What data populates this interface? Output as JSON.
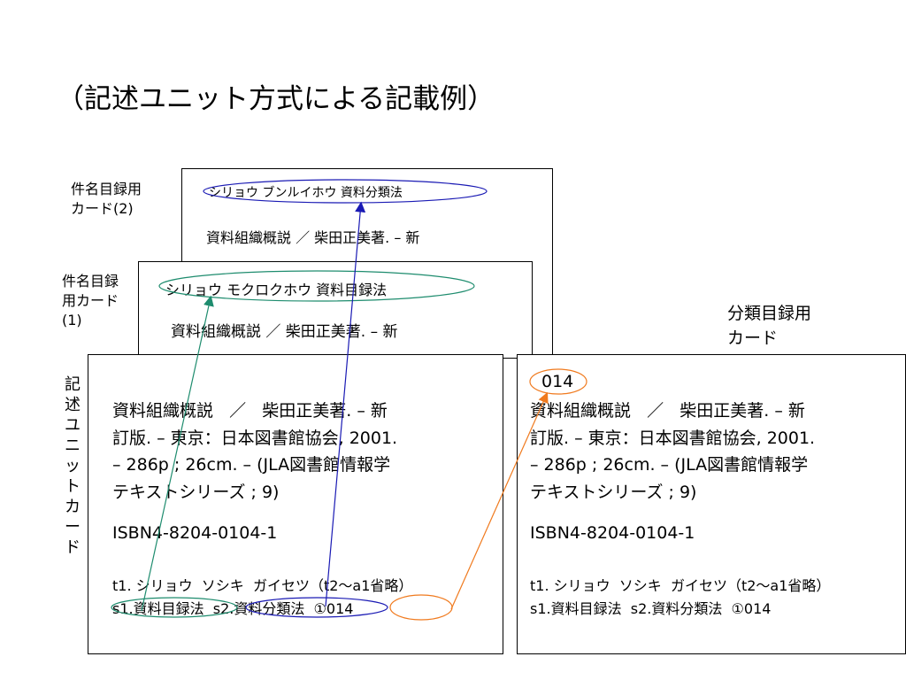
{
  "title": "（記述ユニット方式による記載例）",
  "labels": {
    "subject_card_2": "件名目録用\nカード(2)",
    "subject_card_1": "件名目\n用カード\n(1)",
    "subject_card_1_char": "録",
    "desc_unit_card": "記\n述\nユ\nニ\nッ\nト\nカ\nー\nド",
    "class_card": "分類目録用\nカード"
  },
  "subject_card_2": {
    "heading": "シリョウ  ブンルイホウ  資料分類法",
    "body": "資料組織概説   ／   柴田正美著. – 新"
  },
  "subject_card_1": {
    "heading": "シリョウ  モクロクホウ  資料目録法",
    "body": "資料組織概説   ／   柴田正美著. – 新"
  },
  "desc_card": {
    "body": "資料組織概説   ／   柴田正美著. – 新\n訂版. – 東京：日本図書館協会, 2001.\n– 286p ; 26cm. – (JLA図書館情報学\nテキストシリーズ ; 9)",
    "isbn": "ISBN4-8204-0104-1",
    "tracing_1": "t1. シリョウ  ソシキ  ガイセツ（t2～a1省略）",
    "tracing_2": "s1.資料目録法  s2.資料分類法  ①014"
  },
  "class_card": {
    "class_number": "014",
    "body": "資料組織概説   ／   柴田正美著. – 新\n訂版. – 東京：日本図書館協会, 2001.\n– 286p ; 26cm. – (JLA図書館情報学\nテキストシリーズ ; 9)",
    "isbn": "ISBN4-8204-0104-1",
    "tracing_1": "t1. シリョウ  ソシキ  ガイセツ（t2～a1省略）",
    "tracing_2": "s1.資料目録法  s2.資料分類法  ①014"
  },
  "colors": {
    "green_link": "#1e8c6e",
    "blue_link": "#1a1ab4",
    "orange_link": "#f07a1e"
  }
}
